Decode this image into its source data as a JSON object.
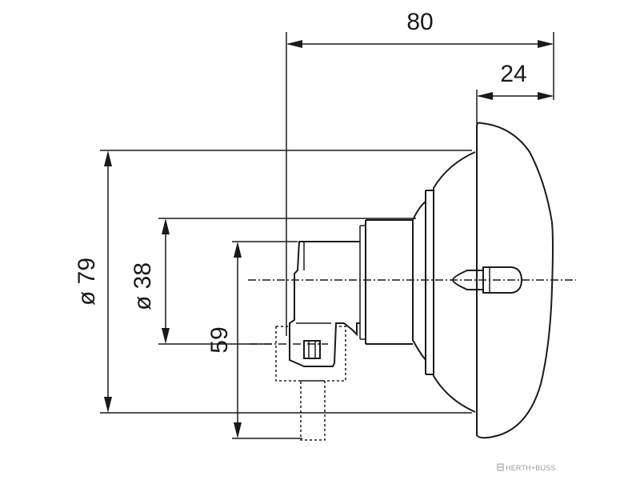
{
  "dimensions": {
    "overall_length": "80",
    "lens_depth": "24",
    "outer_diameter": "ø 79",
    "mount_diameter": "ø 38",
    "connector_height": "59"
  },
  "watermark": {
    "text": "HERTH+BUSS"
  }
}
